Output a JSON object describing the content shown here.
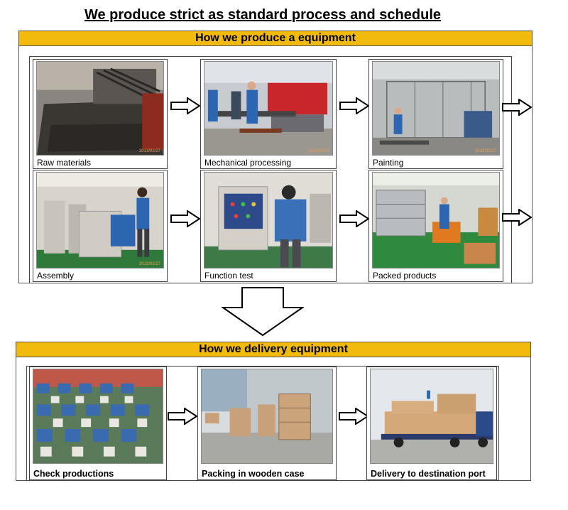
{
  "title": "We produce strict as standard process and schedule",
  "production": {
    "header": "How we produce a equipment",
    "steps": [
      {
        "caption": "Raw materials",
        "stamp": "2013/02/27"
      },
      {
        "caption": "Mechanical processing",
        "stamp": "2013/02/27"
      },
      {
        "caption": "Painting",
        "stamp": "2013/02/27"
      },
      {
        "caption": "Assembly",
        "stamp": "2013/02/27"
      },
      {
        "caption": "Function test",
        "stamp": ""
      },
      {
        "caption": "Packed products",
        "stamp": ""
      }
    ]
  },
  "delivery": {
    "header": "How we delivery equipment",
    "steps": [
      {
        "caption": "Check productions"
      },
      {
        "caption": "Packing in wooden case"
      },
      {
        "caption": "Delivery to destination port"
      }
    ]
  },
  "icons": {
    "step_arrow": "right-arrow-icon",
    "flow_arrow": "down-arrow-icon"
  },
  "colors": {
    "header_bg": "#f2ba0c",
    "border": "#444444"
  }
}
